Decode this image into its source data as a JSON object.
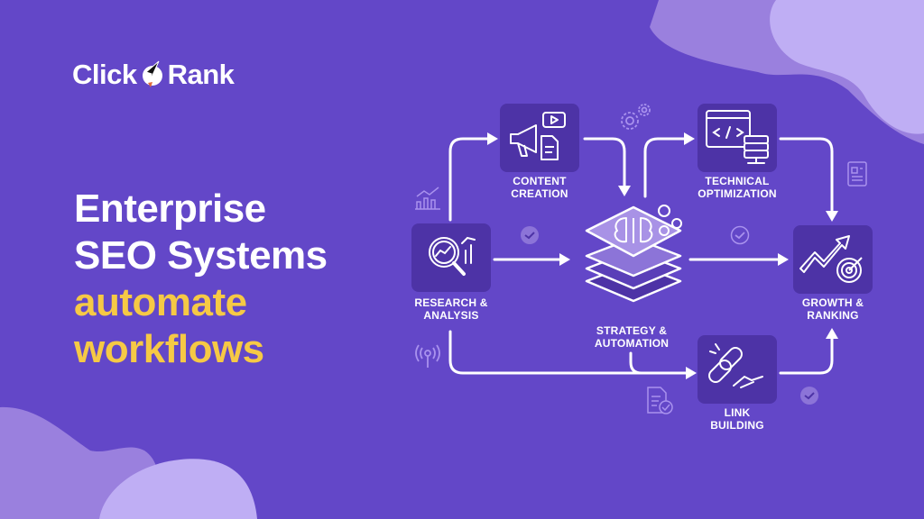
{
  "brand": {
    "name_left": "Click",
    "name_right": "Rank",
    "logo_icon": "rocket-cursor-icon"
  },
  "headline": {
    "line1": "Enterprise",
    "line2": "SEO Systems",
    "line3": "automate",
    "line4": "workflows",
    "highlight_color": "#f6c945"
  },
  "colors": {
    "background": "#6347c8",
    "node_box": "#4d33a6",
    "blob_dark": "#9a80de",
    "blob_light": "#bfaef4",
    "accent_yellow": "#f6c945"
  },
  "diagram": {
    "nodes": [
      {
        "id": "research",
        "line1": "RESEARCH &",
        "line2": "ANALYSIS",
        "icon": "magnifier-chart-icon"
      },
      {
        "id": "content",
        "line1": "CONTENT",
        "line2": "CREATION",
        "icon": "megaphone-document-icon"
      },
      {
        "id": "strategy",
        "line1": "STRATEGY &",
        "line2": "AUTOMATION",
        "icon": "brain-layers-gears-icon"
      },
      {
        "id": "technical",
        "line1": "TECHNICAL",
        "line2": "OPTIMIZATION",
        "icon": "code-window-server-icon"
      },
      {
        "id": "link",
        "line1": "LINK",
        "line2": "BUILDING",
        "icon": "chain-handshake-icon"
      },
      {
        "id": "growth",
        "line1": "GROWTH &",
        "line2": "RANKING",
        "icon": "trend-arrow-target-icon"
      }
    ],
    "edges": [
      {
        "from": "research",
        "to": "content"
      },
      {
        "from": "research",
        "to": "strategy"
      },
      {
        "from": "research",
        "to": "link"
      },
      {
        "from": "content",
        "to": "strategy"
      },
      {
        "from": "strategy",
        "to": "technical"
      },
      {
        "from": "strategy",
        "to": "growth"
      },
      {
        "from": "strategy",
        "to": "link"
      },
      {
        "from": "technical",
        "to": "growth"
      },
      {
        "from": "link",
        "to": "growth"
      }
    ],
    "decorations": [
      "bar-chart-icon",
      "gears-icon",
      "document-icon",
      "check-circle-icon",
      "check-circle-icon",
      "check-circle-icon",
      "antenna-icon",
      "document-check-icon"
    ]
  }
}
